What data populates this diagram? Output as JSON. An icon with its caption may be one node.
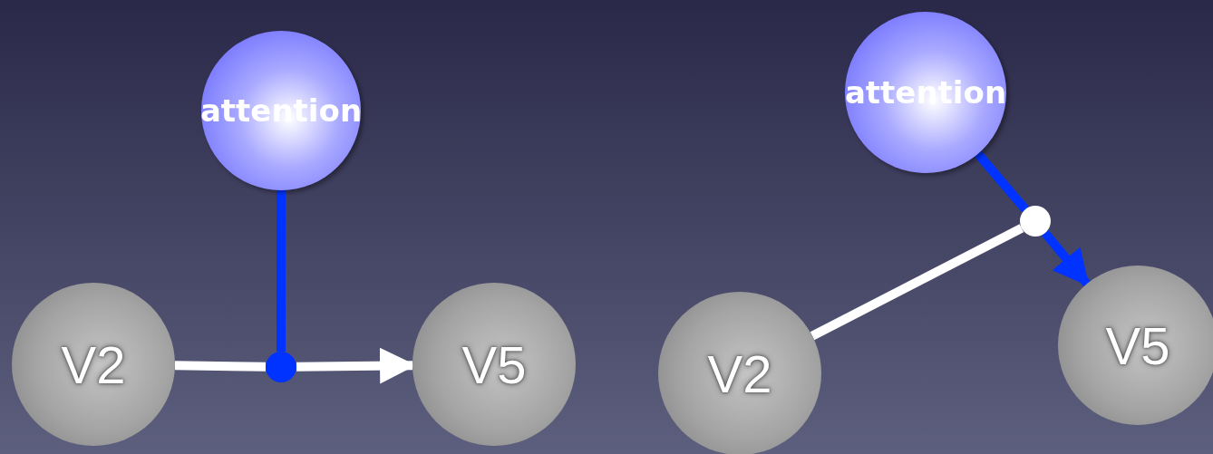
{
  "diagram": {
    "nodes": [
      {
        "text": [
          "attention"
        ]
      },
      {
        "text": [
          "V2"
        ]
      },
      {
        "text": [],
        "shape": "circle"
      },
      {
        "text": [
          "V5"
        ]
      },
      {
        "text": [
          "attention"
        ]
      },
      {
        "text": [],
        "shape": "circle"
      },
      {
        "text": [
          "V2"
        ]
      },
      {
        "text": [
          "V5"
        ]
      }
    ],
    "edges": [
      {
        "from": 1,
        "to": 2,
        "arrow": "none"
      },
      {
        "from": 2,
        "to": 3,
        "arrow": "to"
      },
      {
        "from": 0,
        "to": 2,
        "arrow": "none",
        "color": "#0033ff"
      },
      {
        "from": 4,
        "to": 5,
        "arrow": "none",
        "color": "#0033ff"
      },
      {
        "from": 5,
        "to": 7,
        "arrow": "to",
        "color": "#0033ff"
      },
      {
        "from": 6,
        "to": 5,
        "arrow": "none"
      }
    ]
  }
}
